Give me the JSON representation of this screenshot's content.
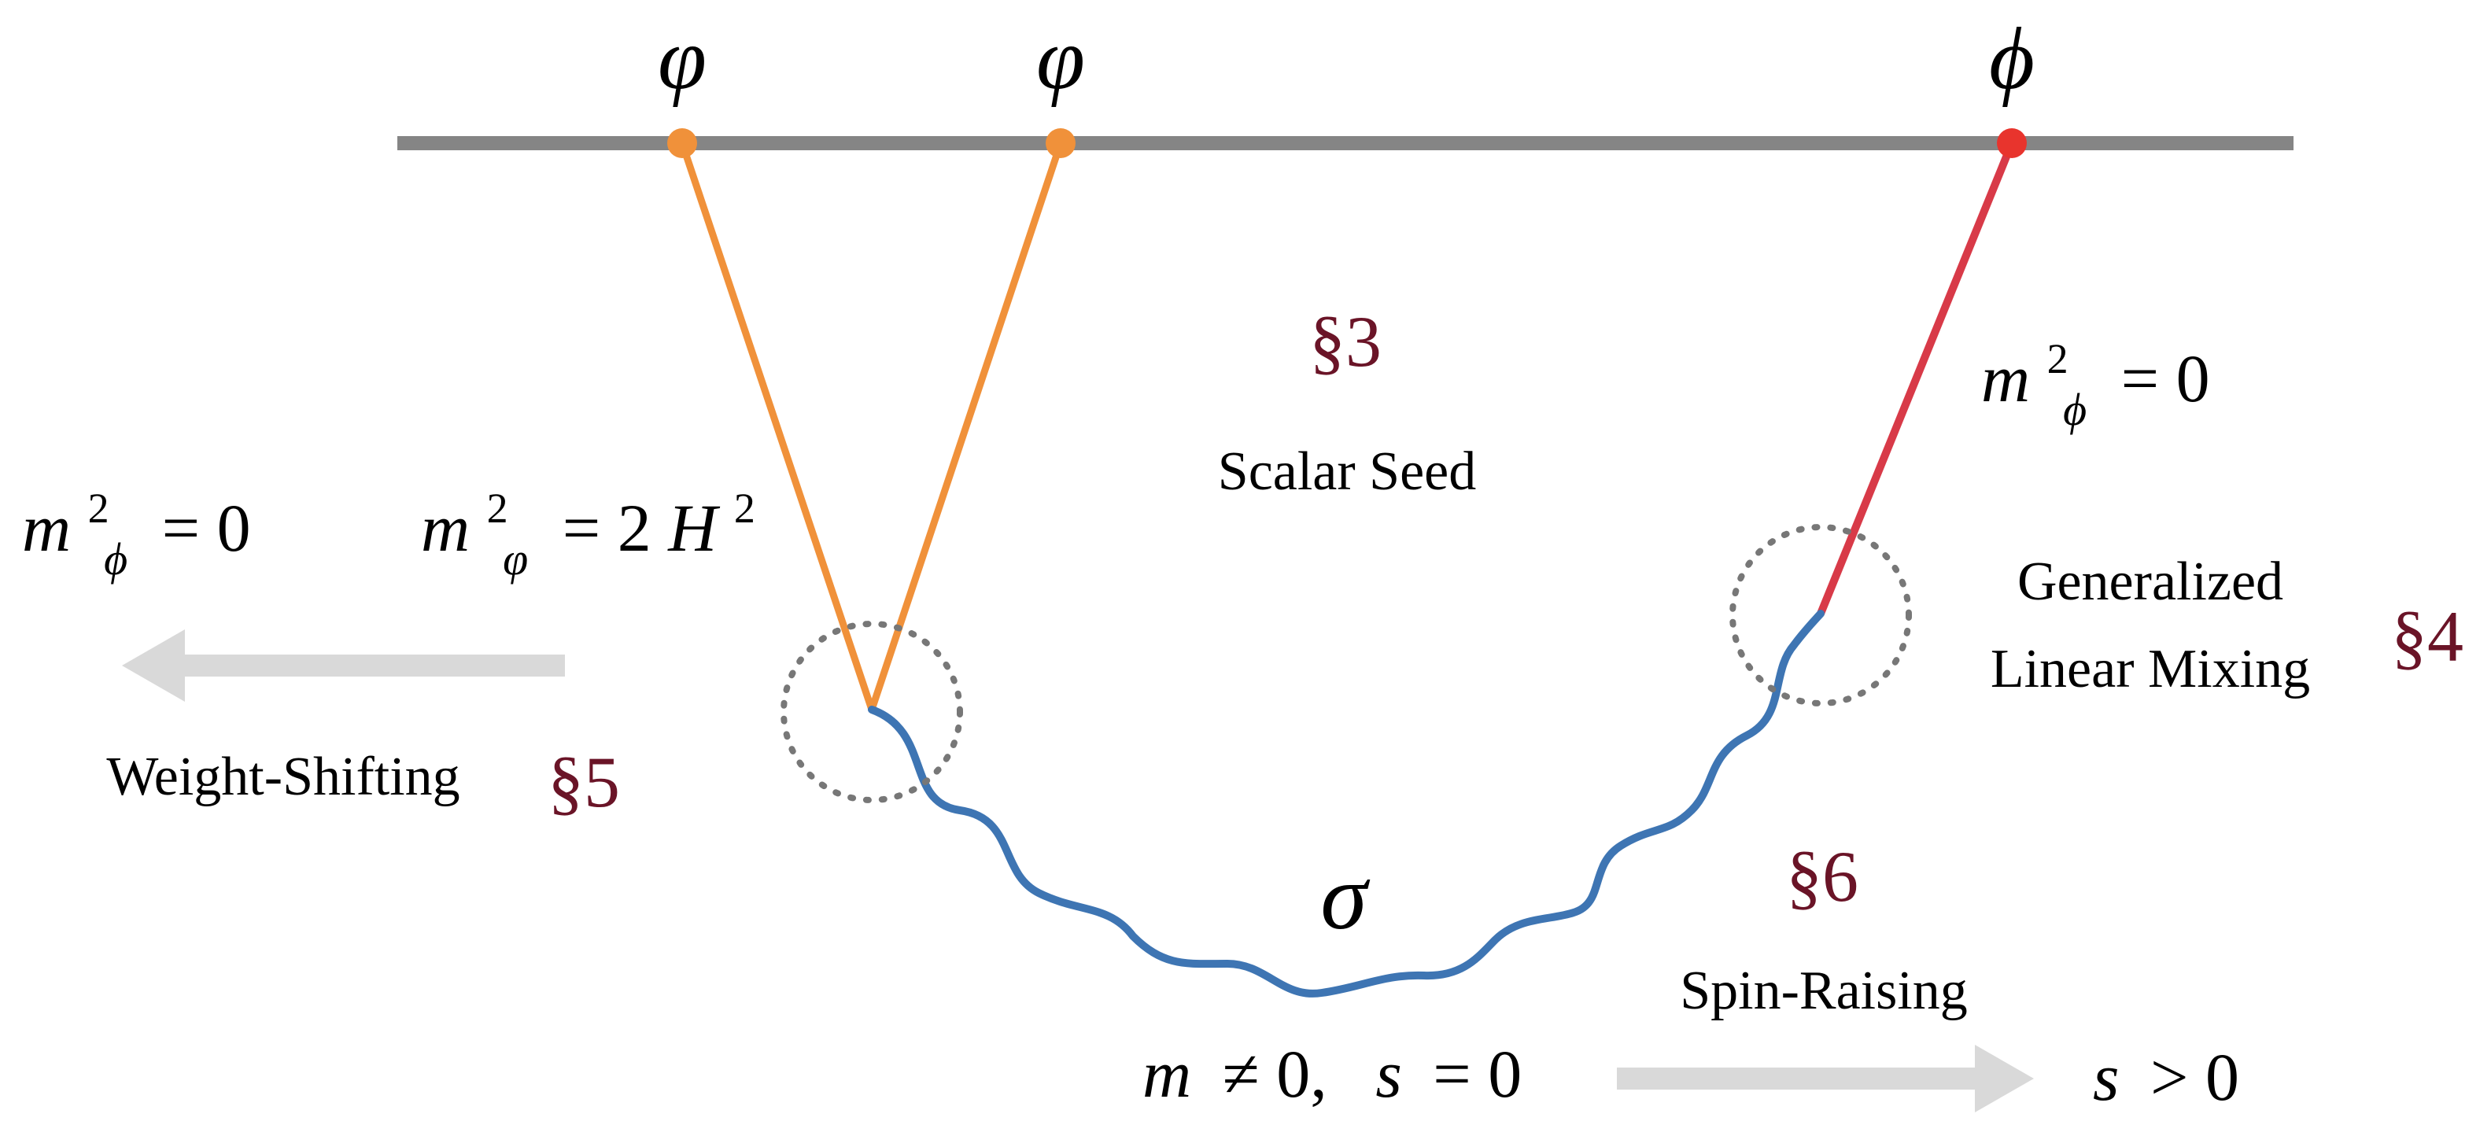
{
  "fields": {
    "left1": "φ",
    "left2": "φ",
    "right": "ϕ",
    "exchange": "σ"
  },
  "sections": {
    "scalar_seed": "§3",
    "linear_mixing": "§4",
    "weight_shifting": "§5",
    "spin_raising": "§6"
  },
  "labels": {
    "scalar_seed": "Scalar Seed",
    "linear_mixing_line1": "Generalized",
    "linear_mixing_line2": "Linear Mixing",
    "weight_shifting": "Weight-Shifting",
    "spin_raising": "Spin-Raising"
  },
  "equations": {
    "m_phi_right": {
      "m": "m",
      "sup": "2",
      "sub": "ϕ",
      "rhs": "= 0"
    },
    "m_phi_left": {
      "m": "m",
      "sup": "2",
      "sub": "ϕ",
      "rhs": "= 0"
    },
    "m_varphi": {
      "m": "m",
      "sup": "2",
      "sub": "φ",
      "rhs": "= 2",
      "H": "H",
      "Hsup": "2"
    },
    "sigma_mass": {
      "m": "m",
      "neq": "≠ 0,",
      "s": "s",
      "rhs": "= 0"
    },
    "spin_result": {
      "s": "s",
      "rhs": "> 0"
    }
  },
  "colors": {
    "boundary": "#858585",
    "conformally_coupled": "#f0913a",
    "massless": "#d83a48",
    "massless_dot": "#e8342d",
    "exchange": "#3e75b3",
    "section_ref": "#6a1427",
    "arrow": "#d9d9d9",
    "dotted_circle": "#777777"
  }
}
